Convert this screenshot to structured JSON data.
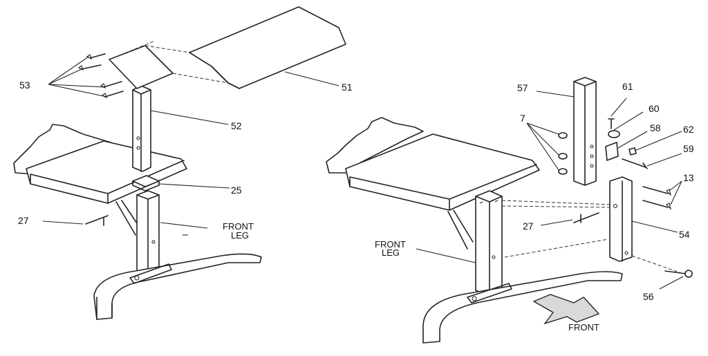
{
  "left_view": {
    "labels": {
      "p53": "53",
      "p51": "51",
      "p52": "52",
      "p25": "25",
      "p27": "27",
      "front": "FRONT",
      "leg": "LEG"
    }
  },
  "right_view": {
    "labels": {
      "p57": "57",
      "p61": "61",
      "p60": "60",
      "p7": "7",
      "p58": "58",
      "p62": "62",
      "p59": "59",
      "p13": "13",
      "p27": "27",
      "p54": "54",
      "front": "FRONT",
      "leg": "LEG",
      "p56": "56",
      "front_arrow": "FRONT"
    }
  }
}
